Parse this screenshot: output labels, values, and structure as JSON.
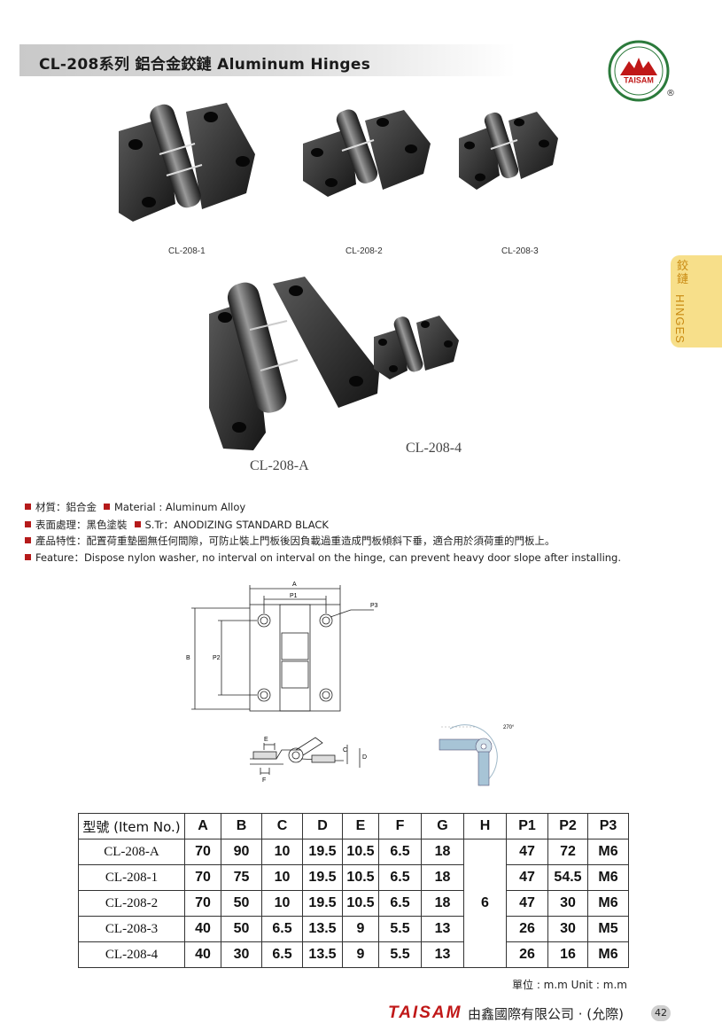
{
  "header": {
    "title": "CL-208系列  鋁合金鉸鏈  Aluminum Hinges",
    "registered": "®"
  },
  "logo": {
    "text": "TAISAM"
  },
  "side_tab": {
    "zh": "鉸鏈",
    "en": "HINGES"
  },
  "photos": {
    "labels": [
      "CL-208-1",
      "CL-208-2",
      "CL-208-3",
      "CL-208-A",
      "CL-208-4"
    ]
  },
  "features": {
    "material_zh": "材質：鋁合金",
    "material_en": "Material : Aluminum Alloy",
    "surface_zh": "表面處理：黑色塗裝",
    "surface_en": "S.Tr：ANODIZING STANDARD BLACK",
    "feature_zh": "產品特性：配置荷重墊圈無任何間隙，可防止裝上門板後因負載過重造成門板傾斜下垂，適合用於須荷重的門板上。",
    "feature_en": "Feature：Dispose nylon washer, no interval on interval on the hinge, can prevent heavy door slope after installing."
  },
  "drawing": {
    "labels": {
      "a": "A",
      "p1": "P1",
      "p3": "P3",
      "b": "B",
      "p2": "P2",
      "e": "E",
      "f": "F",
      "c": "C",
      "d": "D",
      "angle": "270°"
    }
  },
  "table": {
    "headers": [
      "型號 (Item No.)",
      "A",
      "B",
      "C",
      "D",
      "E",
      "F",
      "G",
      "H",
      "P1",
      "P2",
      "P3"
    ],
    "rows": [
      [
        "CL-208-A",
        "70",
        "90",
        "10",
        "19.5",
        "10.5",
        "6.5",
        "18",
        "47",
        "72",
        "M6"
      ],
      [
        "CL-208-1",
        "70",
        "75",
        "10",
        "19.5",
        "10.5",
        "6.5",
        "18",
        "47",
        "54.5",
        "M6"
      ],
      [
        "CL-208-2",
        "70",
        "50",
        "10",
        "19.5",
        "10.5",
        "6.5",
        "18",
        "47",
        "30",
        "M6"
      ],
      [
        "CL-208-3",
        "40",
        "50",
        "6.5",
        "13.5",
        "9",
        "5.5",
        "13",
        "26",
        "30",
        "M5"
      ],
      [
        "CL-208-4",
        "40",
        "30",
        "6.5",
        "13.5",
        "9",
        "5.5",
        "13",
        "26",
        "16",
        "M6"
      ]
    ],
    "h_value": "6",
    "unit": "單位 : m.m  Unit : m.m"
  },
  "footer": {
    "brand": "TAISAM",
    "company": "由鑫國際有限公司 · (允際)",
    "page": "42"
  },
  "colors": {
    "accent": "#b51a1a",
    "tab": "#f7df8a",
    "tab_text": "#c98a12"
  }
}
